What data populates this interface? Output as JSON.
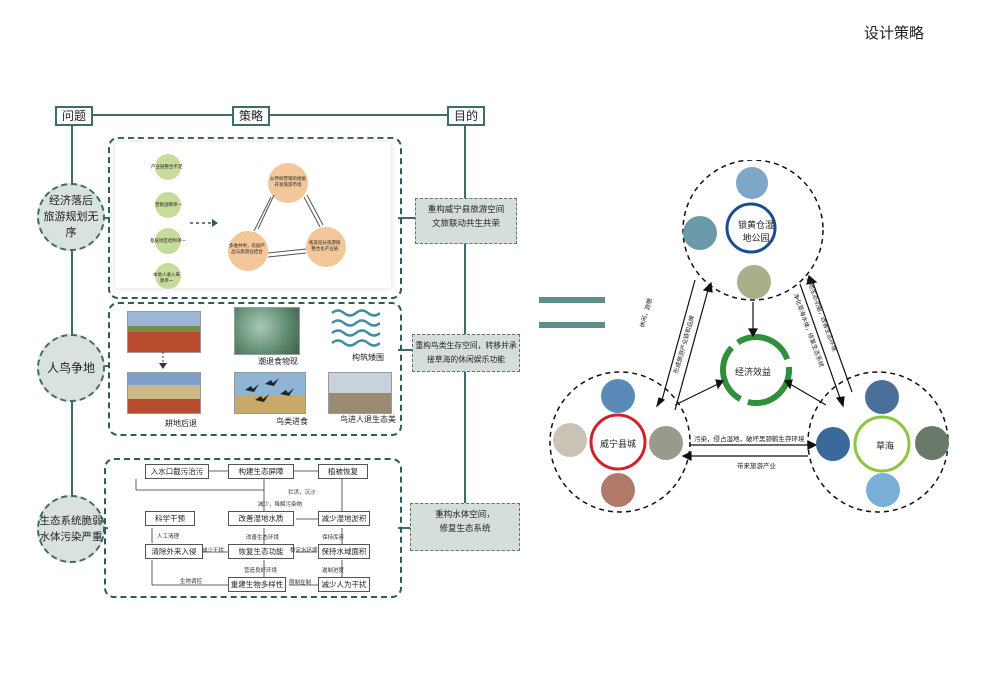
{
  "page_title": "设计策略",
  "headers": {
    "problem": "问题",
    "strategy": "策略",
    "goal": "目的"
  },
  "problems": [
    "经济落后\n旅游规划无序",
    "人鸟争地",
    "生态系统脆弱\n水体污染严重"
  ],
  "goals": [
    "重构威宁县旅游空间\n文旅联动共生共荣",
    "重构鸟类生存空间，转移并承\n接草海的休闲娱乐功能",
    "重构水体空间，\n修复生态系统"
  ],
  "panel1": {
    "left_nodes": [
      "产业链整合不足",
      "营销战略单一",
      "基层地区结构单一",
      "本地人收入来\n源单一"
    ],
    "triangle_nodes": [
      "从传统营销的视角\n开发旅游市场",
      "多维并举，农副产\n品与旅游业结合",
      "拓宽延长旅游链\n整合化产业链"
    ]
  },
  "panel2": {
    "captions": [
      "耕地后退",
      "潮退食物现",
      "构筑矮围",
      "鸟类进食",
      "鸟进人退生态美"
    ]
  },
  "panel3": {
    "boxes": [
      "入水口截污治污",
      "构建生态屏障",
      "植被恢复",
      "科学干预",
      "改善湿地水质",
      "减少湿地淤积",
      "清除外来入侵",
      "恢复生态功能",
      "保持水域面积",
      "重建生物多样性",
      "减少人为干扰"
    ],
    "notes": [
      "拦洪，沉沙",
      "减少，降解污染物",
      "人工清理",
      "改善生态环境",
      "保持库容",
      "减少干扰",
      "稳定水环境",
      "遏制进度",
      "营造良好环境",
      "生物调控",
      "限制在制"
    ]
  },
  "equals": "=",
  "diagram": {
    "center": "经济效益",
    "top": "锁黄仓湿\n地公园",
    "left": "威宁县城",
    "right": "草海",
    "edge_top_left": [
      "休闲，游憩",
      "形成旅游产业链和品牌"
    ],
    "edge_top_right": [
      "湿地生态功能，改善生态环境",
      "净化草海水体，修复生态系统"
    ],
    "edge_bottom": [
      "污染，侵占湿地，破坏黑颈鹤生存环境",
      "带来旅游产业"
    ]
  },
  "colors": {
    "teal": "#3f6b6b",
    "panel_bg": "#d6dedc",
    "equals": "#5b8f88",
    "ring_blue": "#1d4d8f",
    "ring_red": "#d0222b",
    "ring_green": "#8dc63f",
    "swirl_green": "#2f8f3a",
    "node_orange": "#f3c79a",
    "node_green": "#c7dc9b"
  }
}
